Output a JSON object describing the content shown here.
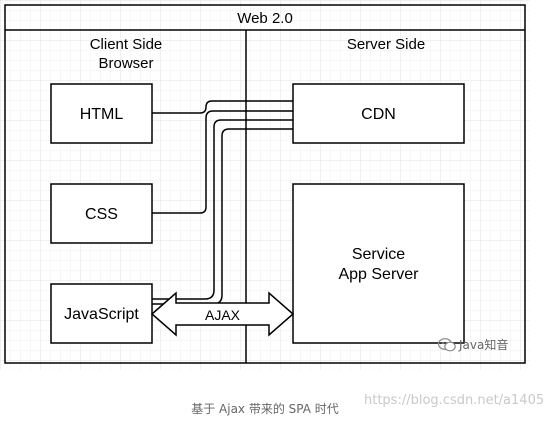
{
  "diagram": {
    "title": "Web 2.0",
    "client_header_line1": "Client Side",
    "client_header_line2": "Browser",
    "server_header": "Server Side",
    "html_box": "HTML",
    "css_box": "CSS",
    "js_box": "JavaScript",
    "cdn_box": "CDN",
    "service_line1": "Service",
    "service_line2": "App Server",
    "ajax_label": "AJAX"
  },
  "overlay": {
    "wechat_label": "Java知音",
    "watermark": "https://blog.csdn.net/a1405",
    "caption": "基于 Ajax 带来的 SPA 时代"
  },
  "colors": {
    "line": "#000000",
    "grid": "#e4e4e4",
    "background": "#ffffff"
  }
}
